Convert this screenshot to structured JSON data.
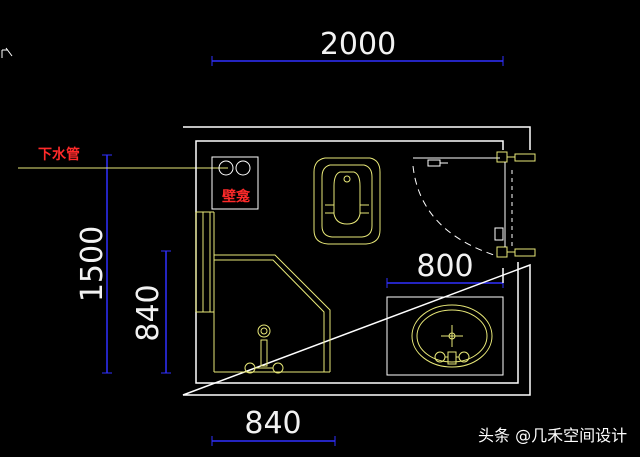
{
  "drawing": {
    "dimensions": {
      "top_width": "2000",
      "left_height": "1500",
      "inner_height": "840",
      "bottom_width": "840",
      "door_width": "800"
    },
    "labels": {
      "drain_pipe": "下水管",
      "wall_niche": "壁龛"
    }
  },
  "watermark": "头条 @几禾空间设计",
  "colors": {
    "background": "#000000",
    "wall": "#ffffff",
    "fixture": "#f0f08a",
    "dimension": "#3030ff",
    "label": "#ff2a2a"
  }
}
